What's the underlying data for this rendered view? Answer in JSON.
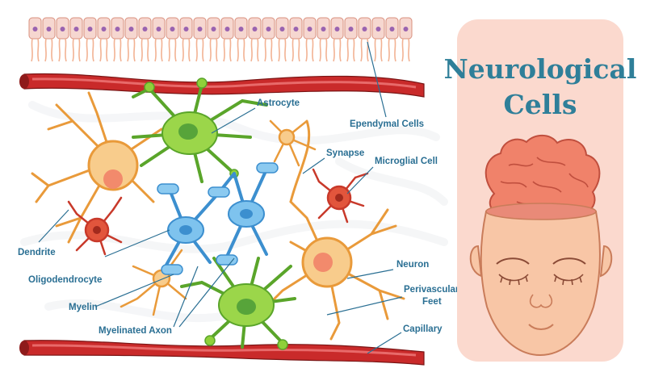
{
  "title": {
    "line1": "Neurological",
    "line2": "Cells"
  },
  "labels": {
    "astrocyte": "Astrocyte",
    "ependymal_cells": "Ependymal Cells",
    "synapse": "Synapse",
    "microglial_cell": "Microglial Cell",
    "dendrite": "Dendrite",
    "oligodendrocyte": "Oligodendrocyte",
    "neuron": "Neuron",
    "perivascular_line1": "Perivascular",
    "perivascular_line2": "Feet",
    "myelin": "Myelin",
    "myelinated_axon": "Myelinated Axon",
    "capillary": "Capillary"
  },
  "colors": {
    "title": "#2f7f99",
    "label": "#2a6f93",
    "panel": "#fbd9ce",
    "capillary": "#c92a2a",
    "astrocyte": "#8fd03a",
    "oligodendrocyte": "#6fb6e6",
    "neuron": "#f6c07a",
    "microglia": "#e2553c",
    "ependymal": "#f6d7d0",
    "brain": "#f0826a",
    "skin": "#f8c6a6"
  }
}
